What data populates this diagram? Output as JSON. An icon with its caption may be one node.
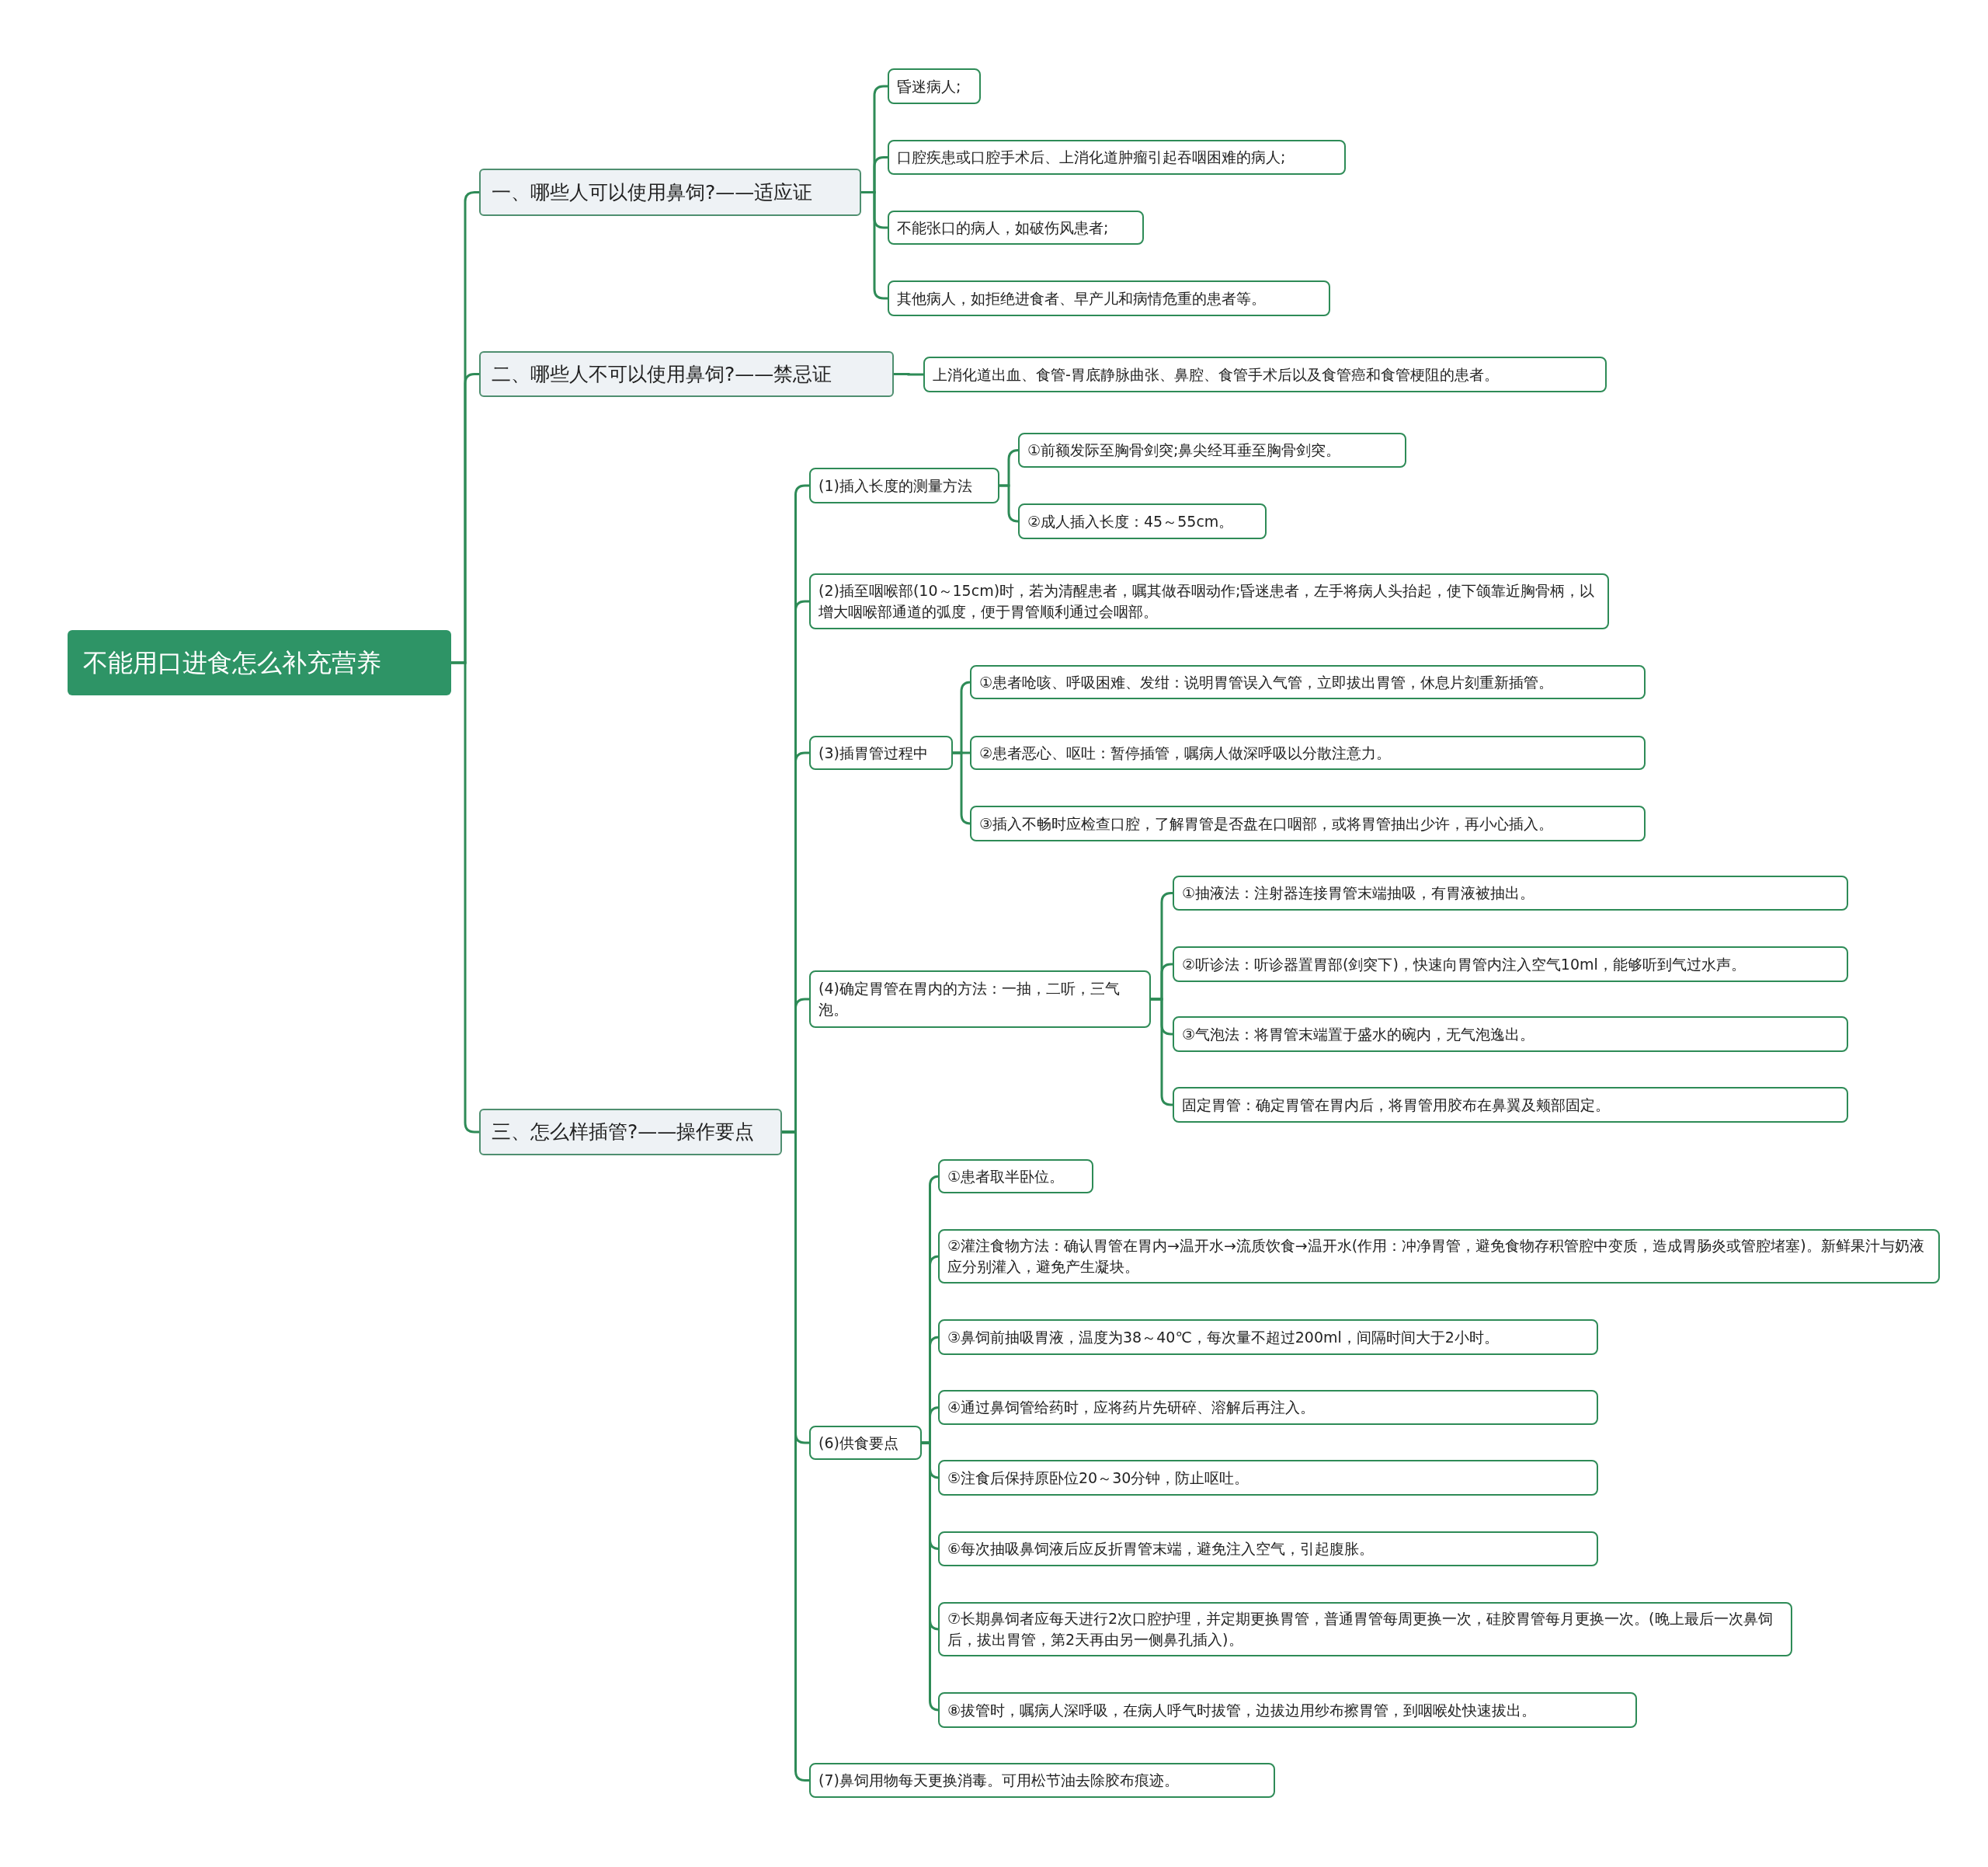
{
  "diagram": {
    "nodes": [
      {
        "text": [
          "不能用口进食怎么补充营养"
        ]
      },
      {
        "text": [
          "一、哪些人可以使用鼻饲?——适应证"
        ]
      },
      {
        "text": [
          "昏迷病人;"
        ]
      },
      {
        "text": [
          "口腔疾患或口腔手术后、上消化道肿瘤引起吞咽困难的病人;"
        ]
      },
      {
        "text": [
          "不能张口的病人，如破伤风患者;"
        ]
      },
      {
        "text": [
          "其他病人，如拒绝进食者、早产儿和病情危重的患者等。"
        ]
      },
      {
        "text": [
          "二、哪些人不可以使用鼻饲?——禁忌证"
        ]
      },
      {
        "text": [
          "上消化道出血、食管-胃底静脉曲张、鼻腔、食管手术后以及食管癌和食管梗阻的患者。"
        ]
      },
      {
        "text": [
          "三、怎么样插管?——操作要点"
        ]
      },
      {
        "text": [
          "(1)插入长度的测量方法"
        ]
      },
      {
        "text": [
          "①前额发际至胸骨剑突;鼻尖经耳垂至胸骨剑突。"
        ]
      },
      {
        "text": [
          "②成人插入长度：45～55cm。"
        ]
      },
      {
        "text": [
          "(2)插至咽喉部(10～15cm)时，若为清醒患者，嘱其做吞咽动作;昏迷患者，左手将病人头抬起，使下颌靠近胸骨柄，以增大咽喉部通道的弧度，便于胃管顺利通过会咽部。"
        ]
      },
      {
        "text": [
          "(3)插胃管过程中"
        ]
      },
      {
        "text": [
          "①患者呛咳、呼吸困难、发绀：说明胃管误入气管，立即拔出胃管，休息片刻重新插管。"
        ]
      },
      {
        "text": [
          "②患者恶心、呕吐：暂停插管，嘱病人做深呼吸以分散注意力。"
        ]
      },
      {
        "text": [
          "③插入不畅时应检查口腔，了解胃管是否盘在口咽部，或将胃管抽出少许，再小心插入。"
        ]
      },
      {
        "text": [
          "(4)确定胃管在胃内的方法：一抽，二听，三气泡。"
        ]
      },
      {
        "text": [
          "①抽液法：注射器连接胃管末端抽吸，有胃液被抽出。"
        ]
      },
      {
        "text": [
          "②听诊法：听诊器置胃部(剑突下)，快速向胃管内注入空气10ml，能够听到气过水声。"
        ]
      },
      {
        "text": [
          "③气泡法：将胃管末端置于盛水的碗内，无气泡逸出。"
        ]
      },
      {
        "text": [
          "固定胃管：确定胃管在胃内后，将胃管用胶布在鼻翼及颊部固定。"
        ]
      },
      {
        "text": [
          "(6)供食要点"
        ]
      },
      {
        "text": [
          "①患者取半卧位。"
        ]
      },
      {
        "text": [
          "②灌注食物方法：确认胃管在胃内→温开水→流质饮食→温开水(作用：冲净胃管，避免食物存积管腔中变质，造成胃肠炎或管腔堵塞)。新鲜果汁与奶液应分别灌入，避免产生凝块。"
        ]
      },
      {
        "text": [
          "③鼻饲前抽吸胃液，温度为38～40℃，每次量不超过200ml，间隔时间大于2小时。"
        ]
      },
      {
        "text": [
          "④通过鼻饲管给药时，应将药片先研碎、溶解后再注入。"
        ]
      },
      {
        "text": [
          "⑤注食后保持原卧位20～30分钟，防止呕吐。"
        ]
      },
      {
        "text": [
          "⑥每次抽吸鼻饲液后应反折胃管末端，避免注入空气，引起腹胀。"
        ]
      },
      {
        "text": [
          "⑦长期鼻饲者应每天进行2次口腔护理，并定期更换胃管，普通胃管每周更换一次，硅胶胃管每月更换一次。(晚上最后一次鼻饲后，拔出胃管，第2天再由另一侧鼻孔插入)。"
        ]
      },
      {
        "text": [
          "⑧拔管时，嘱病人深呼吸，在病人呼气时拔管，边拔边用纱布擦胃管，到咽喉处快速拔出。"
        ]
      },
      {
        "text": [
          "(7)鼻饲用物每天更换消毒。可用松节油去除胶布痕迹。"
        ]
      }
    ],
    "edges": [
      {
        "from": 0,
        "to": 1,
        "arrow": "none"
      },
      {
        "from": 0,
        "to": 6,
        "arrow": "none"
      },
      {
        "from": 0,
        "to": 8,
        "arrow": "none"
      },
      {
        "from": 1,
        "to": 2,
        "arrow": "none"
      },
      {
        "from": 1,
        "to": 3,
        "arrow": "none"
      },
      {
        "from": 1,
        "to": 4,
        "arrow": "none"
      },
      {
        "from": 1,
        "to": 5,
        "arrow": "none"
      },
      {
        "from": 6,
        "to": 7,
        "arrow": "none"
      },
      {
        "from": 8,
        "to": 9,
        "arrow": "none"
      },
      {
        "from": 9,
        "to": 10,
        "arrow": "none"
      },
      {
        "from": 9,
        "to": 11,
        "arrow": "none"
      },
      {
        "from": 8,
        "to": 12,
        "arrow": "none"
      },
      {
        "from": 8,
        "to": 13,
        "arrow": "none"
      },
      {
        "from": 13,
        "to": 14,
        "arrow": "none"
      },
      {
        "from": 13,
        "to": 15,
        "arrow": "none"
      },
      {
        "from": 13,
        "to": 16,
        "arrow": "none"
      },
      {
        "from": 8,
        "to": 17,
        "arrow": "none"
      },
      {
        "from": 17,
        "to": 18,
        "arrow": "none"
      },
      {
        "from": 17,
        "to": 19,
        "arrow": "none"
      },
      {
        "from": 17,
        "to": 20,
        "arrow": "none"
      },
      {
        "from": 17,
        "to": 21,
        "arrow": "none"
      },
      {
        "from": 8,
        "to": 22,
        "arrow": "none"
      },
      {
        "from": 22,
        "to": 23,
        "arrow": "none"
      },
      {
        "from": 22,
        "to": 24,
        "arrow": "none"
      },
      {
        "from": 22,
        "to": 25,
        "arrow": "none"
      },
      {
        "from": 22,
        "to": 26,
        "arrow": "none"
      },
      {
        "from": 22,
        "to": 27,
        "arrow": "none"
      },
      {
        "from": 22,
        "to": 28,
        "arrow": "none"
      },
      {
        "from": 22,
        "to": 29,
        "arrow": "none"
      },
      {
        "from": 22,
        "to": 30,
        "arrow": "none"
      },
      {
        "from": 8,
        "to": 31,
        "arrow": "none"
      }
    ]
  }
}
